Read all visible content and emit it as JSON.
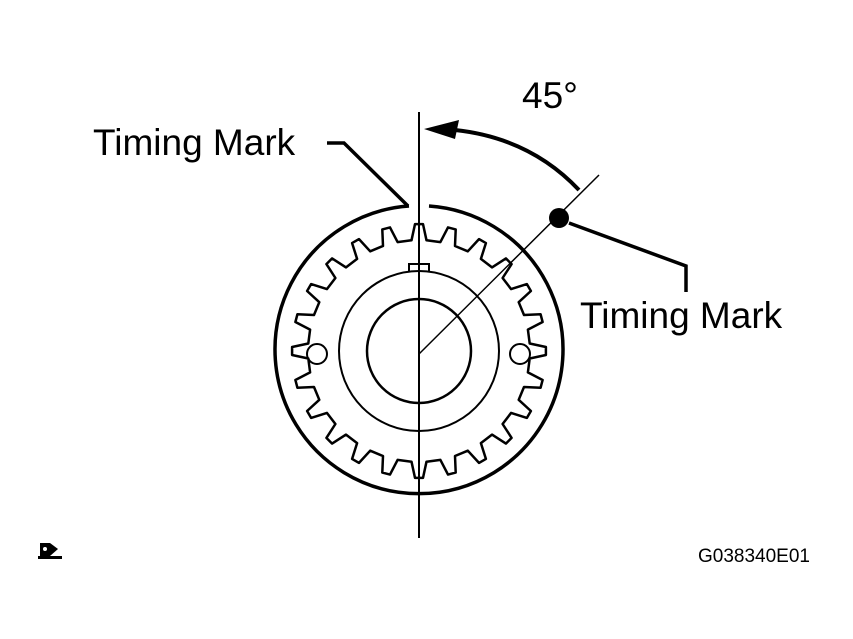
{
  "labels": {
    "timing_mark_left": "Timing Mark",
    "timing_mark_right": "Timing Mark",
    "angle": "45°",
    "figure_id": "G038340E01"
  },
  "icons": {
    "corner": "pen-marker-icon"
  },
  "colors": {
    "ink": "#000000",
    "background": "#ffffff"
  }
}
